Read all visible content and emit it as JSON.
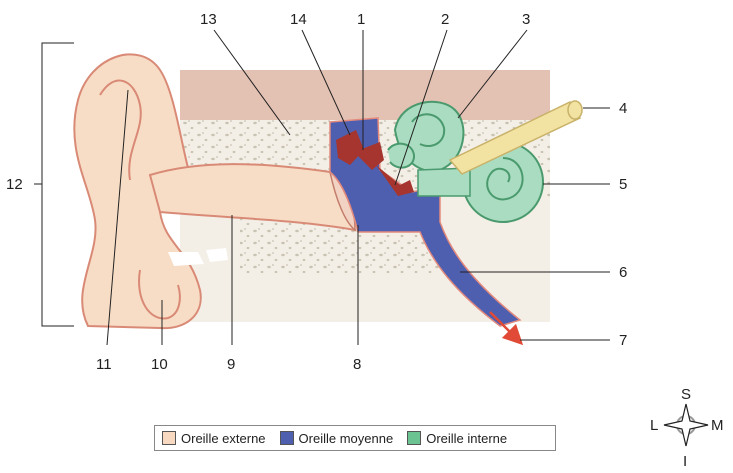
{
  "labels": {
    "n1": "1",
    "n2": "2",
    "n3": "3",
    "n4": "4",
    "n5": "5",
    "n6": "6",
    "n7": "7",
    "n8": "8",
    "n9": "9",
    "n10": "10",
    "n11": "11",
    "n12": "12",
    "n13": "13",
    "n14": "14"
  },
  "legend": {
    "items": [
      {
        "label": "Oreille externe",
        "color": "#f7d9c1"
      },
      {
        "label": "Oreille moyenne",
        "color": "#4f5fb0"
      },
      {
        "label": "Oreille interne",
        "color": "#6bc391"
      }
    ]
  },
  "compass": {
    "s": "S",
    "l": "L",
    "m": "M",
    "i": "I"
  },
  "colors": {
    "skin": "#f8ddc6",
    "skin_edge": "#d98a76",
    "bone": "#f1ede2",
    "bone_dots": "#c9c3b4",
    "tissue": "#e7bfae",
    "middle_ear": "#4f5fb0",
    "ossicle": "#a5352e",
    "inner_ear": "#a9dcc0",
    "inner_ear_edge": "#4a9a6e",
    "nerve": "#f3e3a3",
    "arrow": "#e04a36"
  }
}
